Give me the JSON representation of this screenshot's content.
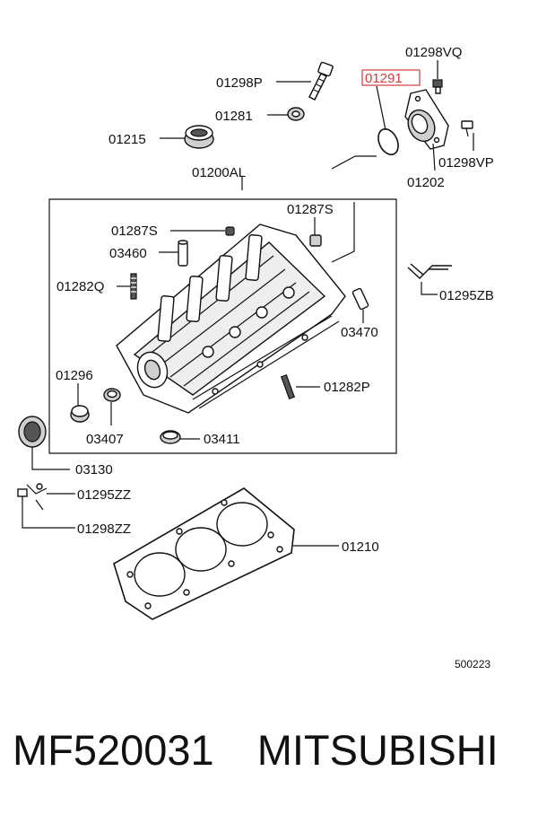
{
  "diagram": {
    "labels": {
      "p01298VQ": "01298VQ",
      "p01298P": "01298P",
      "p01291": "01291",
      "p01281": "01281",
      "p01215": "01215",
      "p01298VP": "01298VP",
      "p01200AL": "01200AL",
      "p01202": "01202",
      "p01287S_left": "01287S",
      "p01287S_right": "01287S",
      "p03460": "03460",
      "p01282Q": "01282Q",
      "p01295ZB": "01295ZB",
      "p03470": "03470",
      "p01296": "01296",
      "p01282P": "01282P",
      "p03407": "03407",
      "p03411": "03411",
      "p03130": "03130",
      "p01295ZZ": "01295ZZ",
      "p01298ZZ": "01298ZZ",
      "p01210": "01210"
    },
    "highlighted_label": "01291",
    "highlight_color": "#d23a3a",
    "diagram_number": "500223"
  },
  "footer": {
    "part_number": "MF520031",
    "brand": "MITSUBISHI"
  }
}
